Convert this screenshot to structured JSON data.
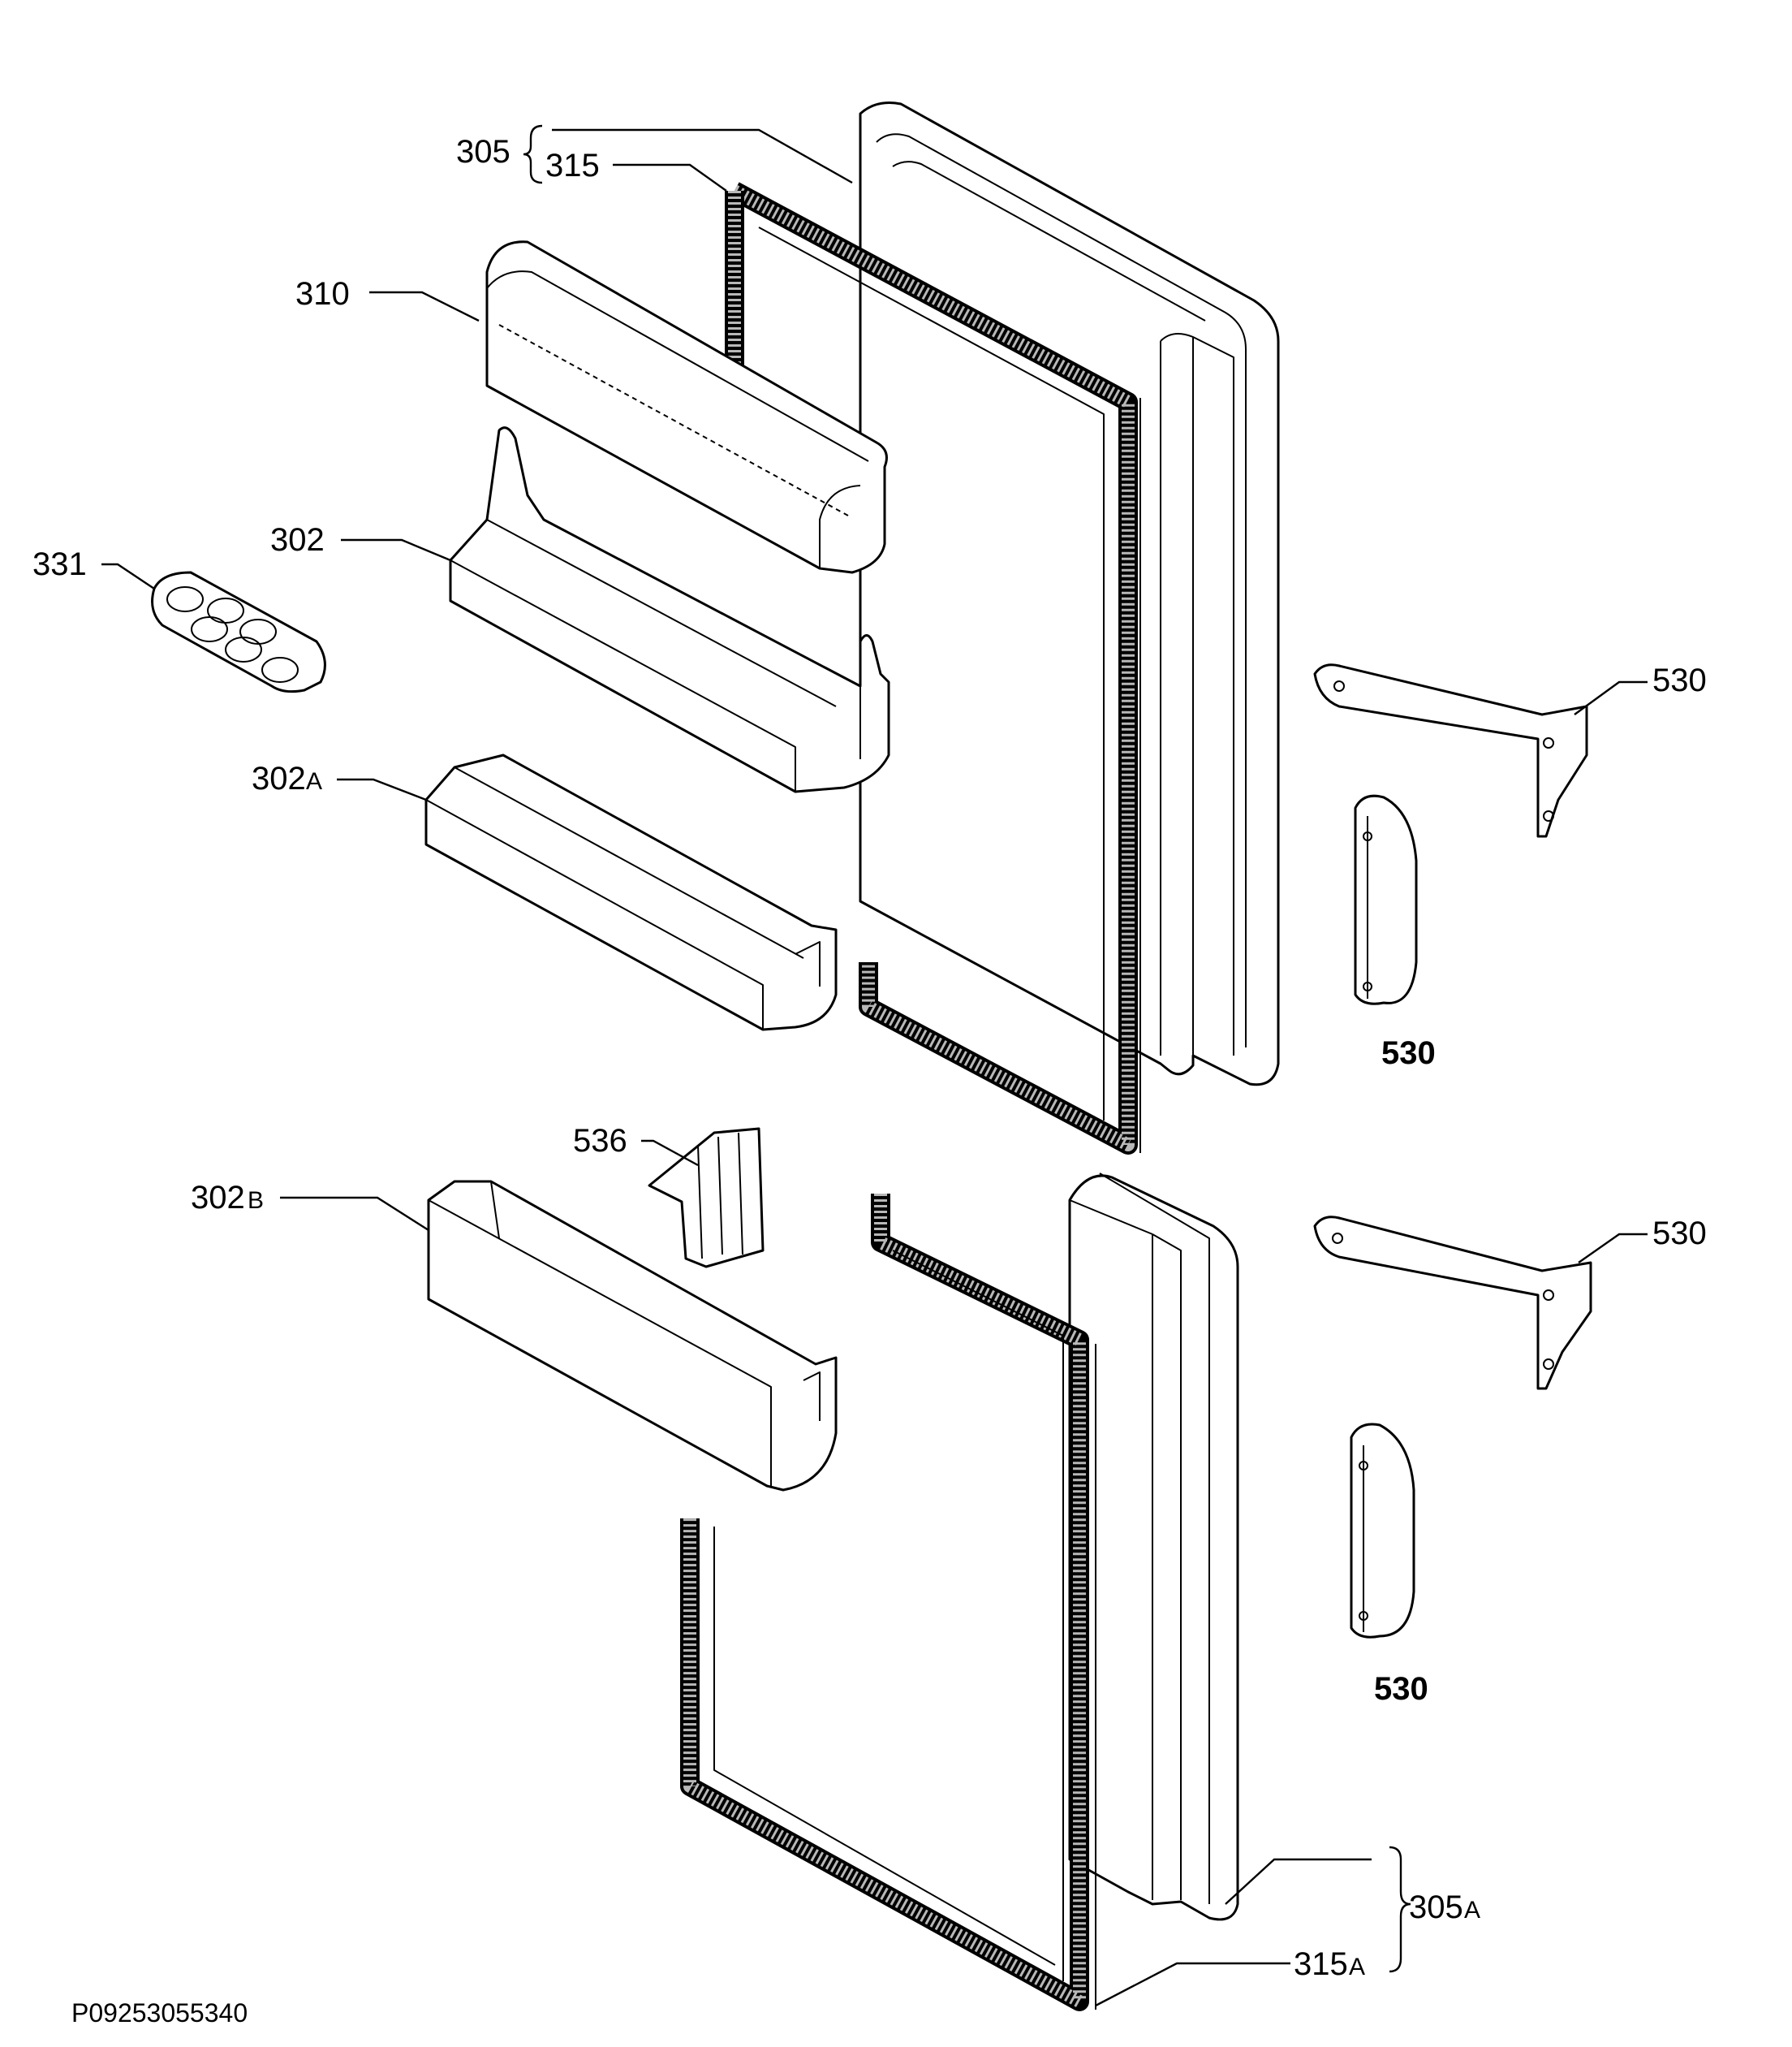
{
  "labels": {
    "l305": "305",
    "l315": "315",
    "l310": "310",
    "l302": "302",
    "l331": "331",
    "l302a_num": "302",
    "l302a_sfx": "A",
    "l302b_num": "302",
    "l302b_sfx": "B",
    "l536": "536",
    "l530_top_right": "530",
    "l530_top_bold": "530",
    "l530_bot_right": "530",
    "l530_bot_bold": "530",
    "l305a_num": "305",
    "l305a_sfx": "A",
    "l315a_num": "315",
    "l315a_sfx": "A"
  },
  "reference_code": "P09253055340"
}
